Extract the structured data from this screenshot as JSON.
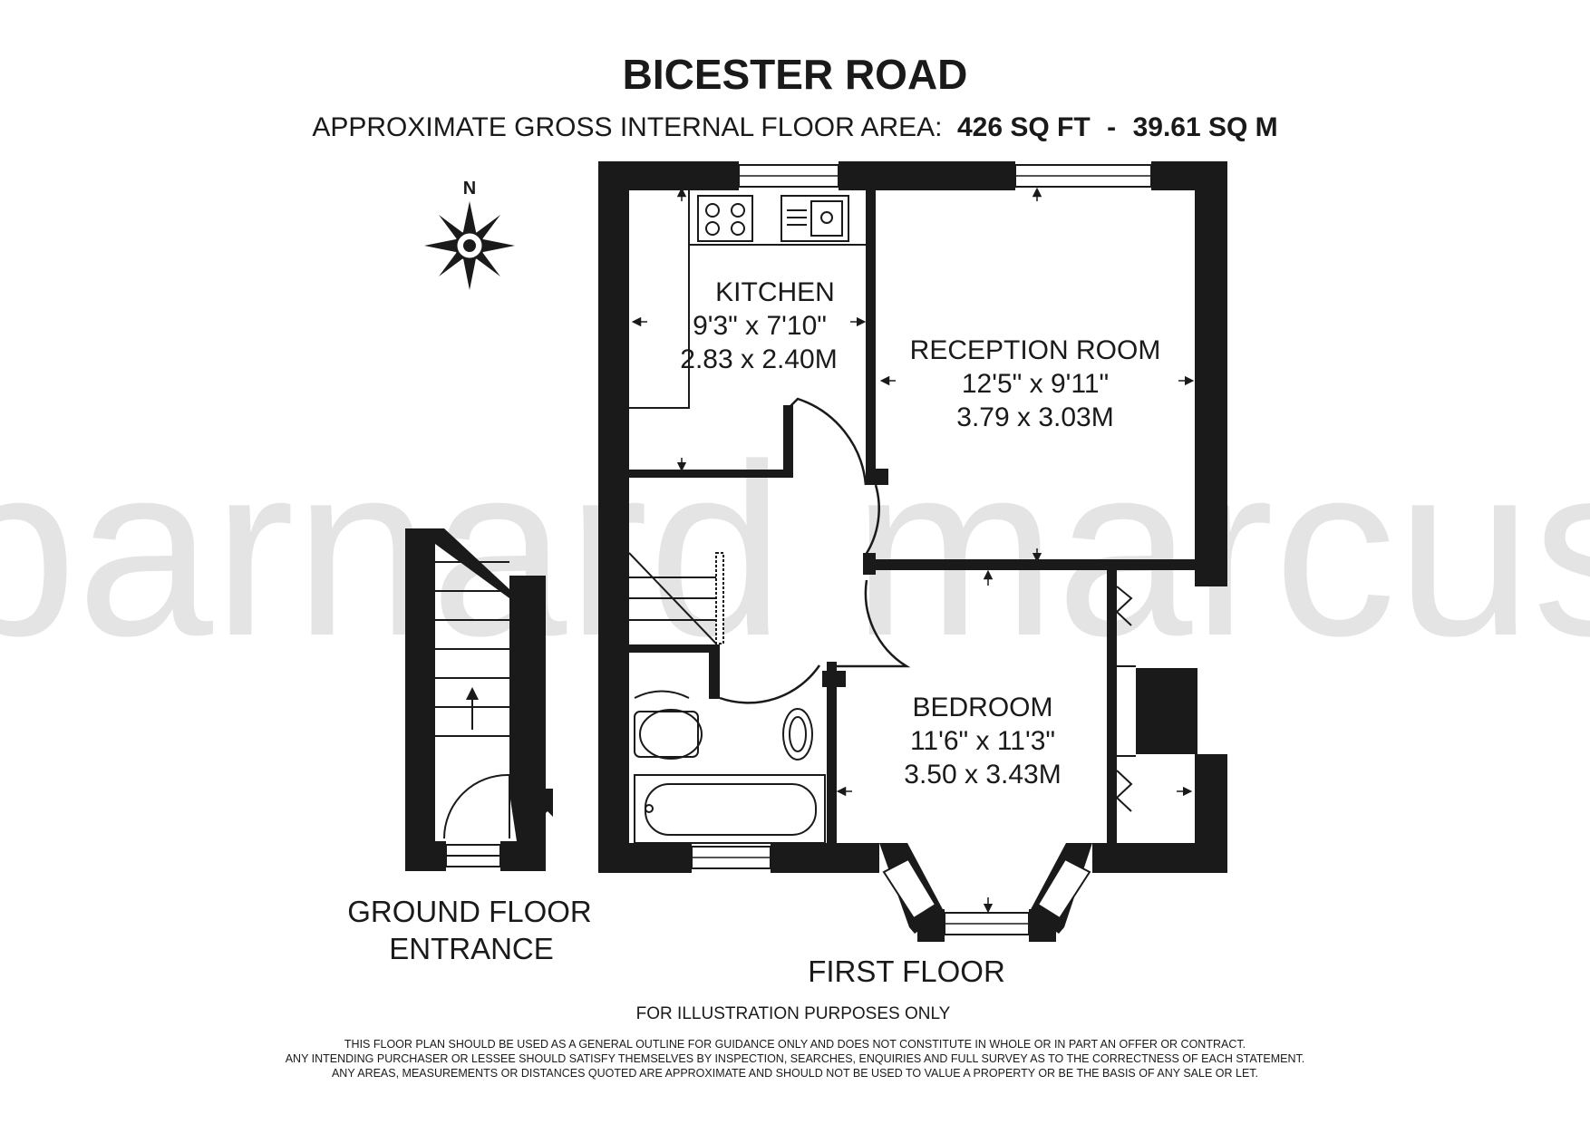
{
  "title": "BICESTER ROAD",
  "area": {
    "label": "APPROXIMATE GROSS INTERNAL FLOOR AREA:",
    "sq_ft": "426 SQ FT",
    "separator": "-",
    "sq_m": "39.61 SQ M"
  },
  "compass": {
    "north_label": "N"
  },
  "watermark": "barnard marcus",
  "rooms": [
    {
      "name": "KITCHEN",
      "imperial": "9'3\" x 7'10\"",
      "metric": "2.83 x 2.40M"
    },
    {
      "name": "RECEPTION ROOM",
      "imperial": "12'5\" x 9'11\"",
      "metric": "3.79 x 3.03M"
    },
    {
      "name": "BEDROOM",
      "imperial": "11'6\" x 11'3\"",
      "metric": "3.50 x 3.43M"
    }
  ],
  "floors": {
    "ground_line1": "GROUND FLOOR",
    "ground_line2": "ENTRANCE",
    "first": "FIRST FLOOR"
  },
  "notice": "FOR ILLUSTRATION PURPOSES ONLY",
  "disclaimer": [
    "THIS FLOOR PLAN SHOULD BE USED AS A GENERAL OUTLINE FOR GUIDANCE ONLY AND DOES NOT CONSTITUTE IN WHOLE OR IN PART AN OFFER OR CONTRACT.",
    "ANY INTENDING PURCHASER OR LESSEE SHOULD SATISFY THEMSELVES BY INSPECTION, SEARCHES, ENQUIRIES AND FULL SURVEY AS TO THE CORRECTNESS OF EACH STATEMENT.",
    "ANY AREAS, MEASUREMENTS OR DISTANCES QUOTED ARE APPROXIMATE AND SHOULD NOT BE USED TO VALUE A PROPERTY OR BE THE BASIS OF ANY SALE OR LET."
  ],
  "colors": {
    "wall": "#1a1a1a",
    "watermark": "#e4e4e4",
    "background": "#ffffff"
  }
}
